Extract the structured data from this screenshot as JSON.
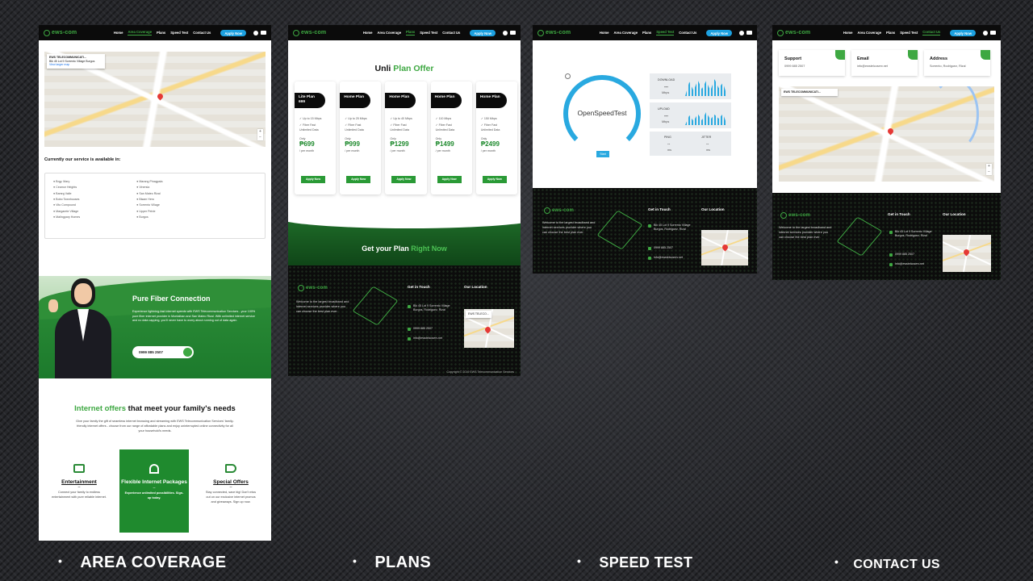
{
  "brand": {
    "logo": "ews-com"
  },
  "nav": {
    "home": "Home",
    "area": "Area Coverage",
    "plans": "Plans",
    "speed": "Speed Test",
    "contact": "Contact Us",
    "apply": "Apply Now"
  },
  "colors": {
    "accent": "#3ea842",
    "dark": "#0b0b0b",
    "blue": "#1da1e0"
  },
  "area_coverage": {
    "map_card_title": "EWS TELECOMMUNICATI...",
    "map_card_line1": "Blk 45 Lot 9 Sorrento Village Burgos",
    "map_card_line2": "View larger map",
    "available_title": "Currently our service is available in:",
    "locations_left": [
      "Brgy. Mary",
      "Ceamor Heights",
      "Bamrg Valle",
      "Bobo Townhouses",
      "Vito Compound",
      "Margarete Village",
      "Malingpary Homes"
    ],
    "locations_right": [
      "Marang Pinagpala",
      "Vinersia",
      "San Mateo Rizal",
      "Bisam Hero",
      "Sorrento Village",
      "Upper Petrie",
      "Burgos"
    ],
    "hero_title": "Pure Fiber Connection",
    "hero_text": "Experience lightning-fast internet speeds with EWS Telecommunication Services - your 100% pure fiber internet provider in Montalban and San Mateo Rizal. With unlimited internet service and no data capping, you'll never have to worry about running out of data again.",
    "hero_phone": "0999 885 2507",
    "offers_title_green": "Internet offers",
    "offers_title_rest": " that meet your family's needs",
    "offers_text": "Give your family the gift of seamless internet browsing and streaming with EWS Telecommunication Services' family-friendly internet offers - choose from our range of affordable plans and enjoy uninterrupted online connectivity for all your household's needs.",
    "offers": [
      {
        "title": "Entertainment",
        "text": "Connect your family to endless entertainment with pure reliable internet."
      },
      {
        "title": "Flexible Internet Packages",
        "text": "Experience unlimited possibilities. Sign-up today."
      },
      {
        "title": "Special Offers",
        "text": "Stay connected, save big! Don't miss out on our exclusive internet promos and giveaways. Sign up now."
      }
    ]
  },
  "plans_page": {
    "title_black": "Unli",
    "title_green": "Plan Offer",
    "plans": [
      {
        "name": "Lite Plan 699",
        "speed": "Up to 15 Mbps",
        "fiber": "Fiber Fast",
        "data": "Unlimited Data",
        "only": "Only",
        "price": "₱699",
        "per": "per month",
        "btn": "Apply Now"
      },
      {
        "name": "Home Plan",
        "speed": "Up to 25 Mbps",
        "fiber": "Fiber Fast",
        "data": "Unlimited Data",
        "only": "Only",
        "price": "₱999",
        "per": "per month",
        "btn": "Apply Now"
      },
      {
        "name": "Home Plan",
        "speed": "Up to 40 Mbps",
        "fiber": "Fiber Fast",
        "data": "Unlimited Data",
        "only": "Only",
        "price": "₱1299",
        "per": "per month",
        "btn": "Apply Now"
      },
      {
        "name": "Home Plan",
        "speed": "110 Mbps",
        "fiber": "Fiber Fast",
        "data": "Unlimited Data",
        "only": "Only",
        "price": "₱1499",
        "per": "per month",
        "btn": "Apply Now"
      },
      {
        "name": "Home Plan",
        "speed": "150 Mbps",
        "fiber": "Fiber Fast",
        "data": "Unlimited Data",
        "only": "Only",
        "price": "₱2499",
        "per": "per month",
        "btn": "Apply Now"
      }
    ],
    "cta_white": "Get your Plan",
    "cta_green": "Right Now",
    "copyright": "Copyright © 2019 EWS Telecommunication Services"
  },
  "footer": {
    "about": "Welcome to the largest broadband and internet services provider where you can choose the best plan ever.",
    "touch_title": "Get in Touch",
    "location_title": "Our Location",
    "address": "Blk 45 Lot 9 Sorrento Village Burgos, Rodriguez, Rizal",
    "phone": "0999 885 2507",
    "email": "info@ewstelcoserv.net",
    "map_label": "EWS TELECO..."
  },
  "speed_test": {
    "gauge_label": "OpenSpeedTest",
    "start": "Start",
    "download": "DOWNLOAD",
    "upload": "UPLOAD",
    "dash": "---",
    "unit": "Mbps",
    "ping": "PING",
    "jitter": "JITTER",
    "ms": "ms",
    "dd": "--"
  },
  "contact": {
    "support_title": "Support",
    "support_value": "0999 885 2507",
    "email_title": "Email",
    "email_value": "info@ewstelcoserv.net",
    "address_title": "Address",
    "address_value": "Sorrento, Rodriguez, Rizal",
    "map_card": "EWS TELECOMMUNICATI..."
  },
  "captions": {
    "area": "AREA COVERAGE",
    "plans": "PLANS",
    "speed": "SPEED TEST",
    "contact": "CONTACT US",
    "bullet": "•"
  }
}
